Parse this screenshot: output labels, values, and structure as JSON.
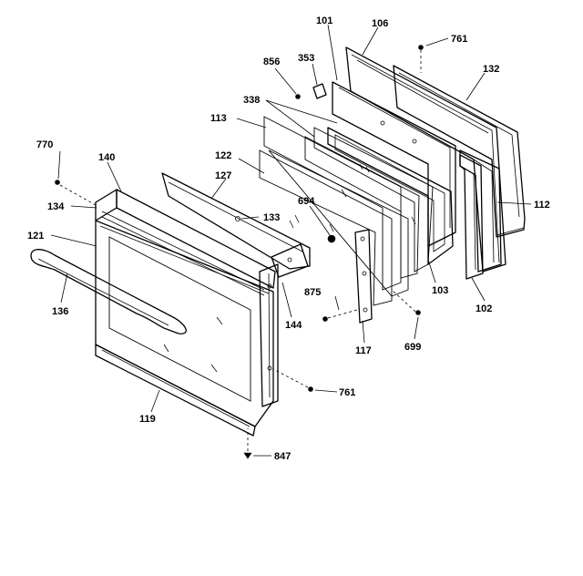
{
  "diagram": {
    "parts": [
      {
        "id": "p101",
        "label": "101"
      },
      {
        "id": "p106",
        "label": "106"
      },
      {
        "id": "p761a",
        "label": "761"
      },
      {
        "id": "p132",
        "label": "132"
      },
      {
        "id": "p856",
        "label": "856"
      },
      {
        "id": "p353",
        "label": "353"
      },
      {
        "id": "p338",
        "label": "338"
      },
      {
        "id": "p113",
        "label": "113"
      },
      {
        "id": "p770",
        "label": "770"
      },
      {
        "id": "p140",
        "label": "140"
      },
      {
        "id": "p122",
        "label": "122"
      },
      {
        "id": "p127",
        "label": "127"
      },
      {
        "id": "p134",
        "label": "134"
      },
      {
        "id": "p694",
        "label": "694"
      },
      {
        "id": "p133",
        "label": "133"
      },
      {
        "id": "p112",
        "label": "112"
      },
      {
        "id": "p121",
        "label": "121"
      },
      {
        "id": "p136",
        "label": "136"
      },
      {
        "id": "p875",
        "label": "875"
      },
      {
        "id": "p103",
        "label": "103"
      },
      {
        "id": "p102",
        "label": "102"
      },
      {
        "id": "p144",
        "label": "144"
      },
      {
        "id": "p117",
        "label": "117"
      },
      {
        "id": "p699",
        "label": "699"
      },
      {
        "id": "p761b",
        "label": "761"
      },
      {
        "id": "p119",
        "label": "119"
      },
      {
        "id": "p847",
        "label": "847"
      }
    ]
  }
}
